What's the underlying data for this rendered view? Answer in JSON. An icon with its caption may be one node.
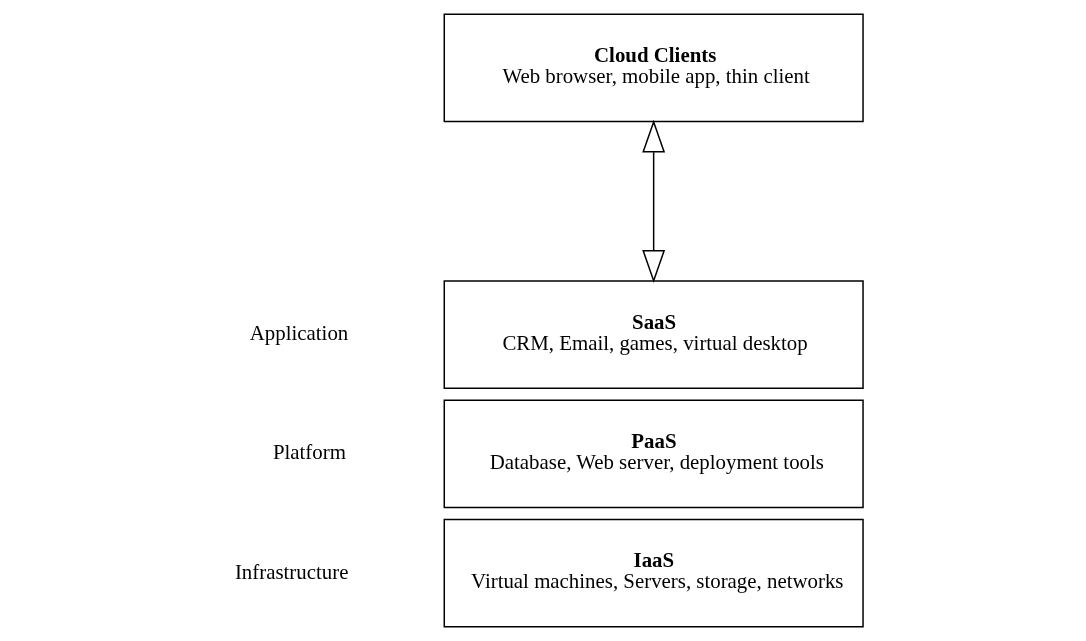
{
  "diagram": {
    "nodes": [
      {
        "text": [
          "Cloud Clients",
          "Web browser, mobile app, thin client"
        ]
      },
      {
        "text": [
          "SaaS",
          "CRM, Email, games, virtual desktop"
        ]
      },
      {
        "text": [
          "PaaS",
          "Database, Web server, deployment tools"
        ]
      },
      {
        "text": [
          "IaaS",
          "Virtual machines, Servers, storage, networks"
        ]
      }
    ],
    "edges": [
      {
        "from": 0,
        "to": 1,
        "arrow": "both"
      }
    ],
    "labels": [
      "Application",
      "Platform",
      "Infrastructure"
    ]
  }
}
